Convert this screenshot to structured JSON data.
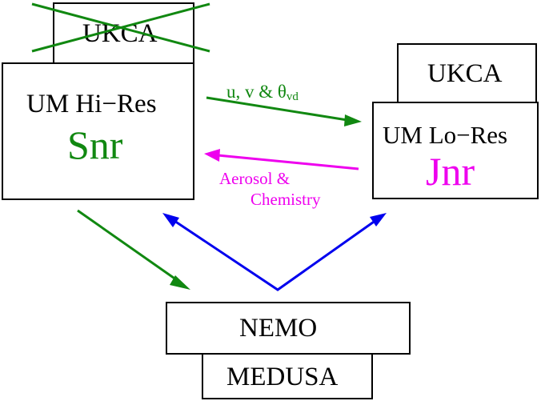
{
  "boxes": {
    "ukca_left": {
      "label": "UKCA"
    },
    "um_hires": {
      "label": "UM Hi−Res",
      "sublabel": "Snr"
    },
    "ukca_right": {
      "label": "UKCA"
    },
    "um_lores": {
      "label": "UM Lo−Res",
      "sublabel": "Jnr"
    },
    "nemo": {
      "label": "NEMO"
    },
    "medusa": {
      "label": "MEDUSA"
    }
  },
  "arrows": {
    "to_lores": {
      "label_main": "u, v & θ",
      "label_sub": "vd"
    },
    "to_hires": {
      "line1": "Aerosol &",
      "line2": "Chemistry"
    }
  },
  "colors": {
    "green": "#118811",
    "magenta": "#ee00ee",
    "blue": "#0000ee",
    "black": "#000000"
  }
}
